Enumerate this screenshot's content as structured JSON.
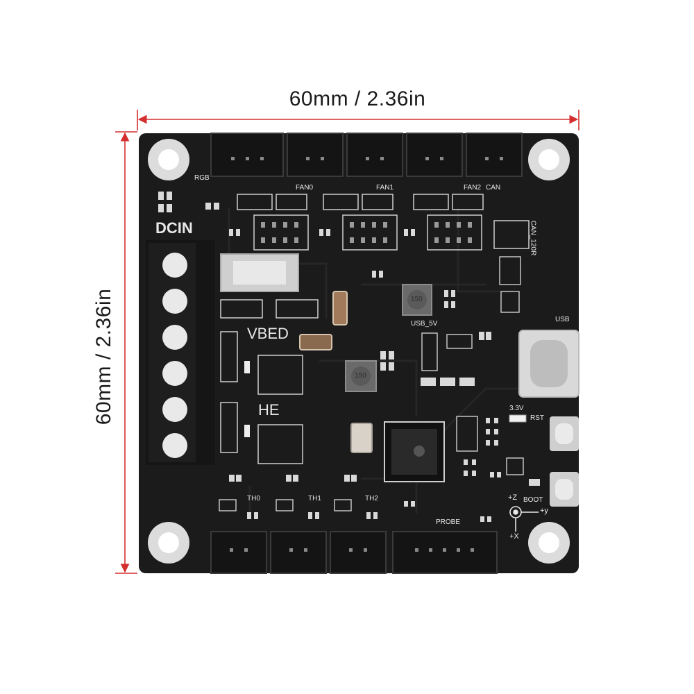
{
  "dimensions": {
    "width_label": "60mm / 2.36in",
    "height_label": "60mm / 2.36in",
    "color": "#d32f2f"
  },
  "board": {
    "color": "#1b1b1b",
    "labels": {
      "rgb": "RGB",
      "fan0": "FAN0",
      "fan1": "FAN1",
      "fan2": "FAN2",
      "can": "CAN",
      "can_120r": "CAN_120R",
      "dcin": "DCIN",
      "vbed": "VBED",
      "he": "HE",
      "usb_5v": "USB_5V",
      "usb": "USB",
      "v33": "3.3V",
      "rst": "RST",
      "boot": "BOOT",
      "plus_z": "+Z",
      "plus_y": "+y",
      "plus_x": "+X",
      "th0": "TH0",
      "th1": "TH1",
      "th2": "TH2",
      "probe": "PROBE"
    },
    "inductor_marks": [
      "150",
      "150"
    ]
  }
}
